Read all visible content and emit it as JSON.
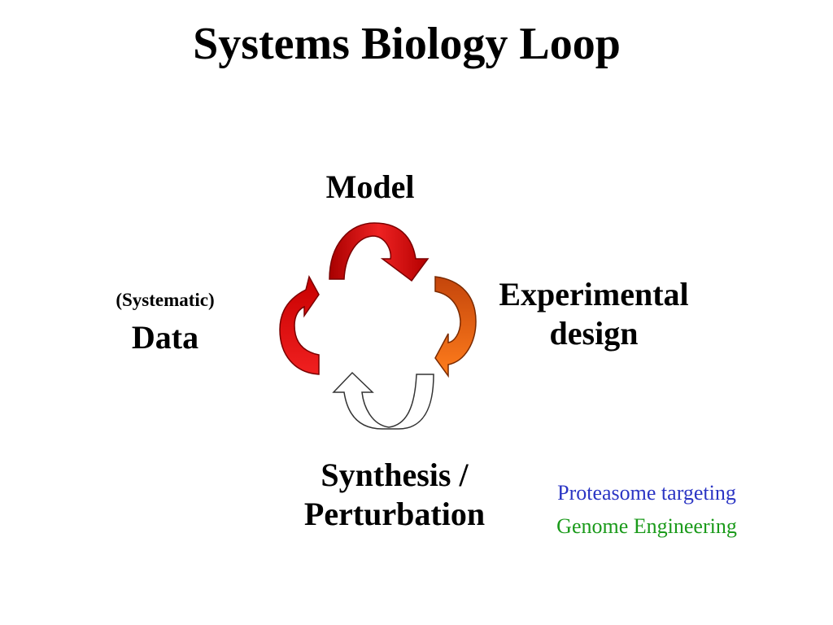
{
  "slide": {
    "title": "Systems Biology Loop"
  },
  "loop": {
    "model": "Model",
    "experimental_design": "Experimental design",
    "data_qualifier": "(Systematic)",
    "data": "Data",
    "synthesis": "Synthesis / Perturbation"
  },
  "notes": [
    {
      "text": "Proteasome targeting",
      "color": "#2b35c4"
    },
    {
      "text": "Genome Engineering",
      "color": "#1a9a1a"
    }
  ],
  "colors": {
    "arrow_model": "#dd1111",
    "arrow_design_dark": "#c8460c",
    "arrow_design_light": "#ff7a1a",
    "arrow_data": "#dd1111",
    "arrow_synthesis": "#ffffff"
  }
}
